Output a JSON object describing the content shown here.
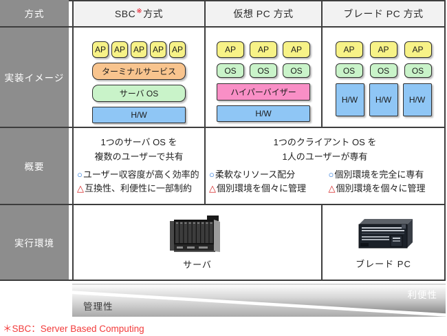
{
  "header": {
    "method_label": "方式",
    "sbc": {
      "pre": "SBC",
      "sup": "※",
      "post": "方式"
    },
    "virtual": "仮想 PC 方式",
    "blade": "ブレード PC 方式"
  },
  "row_labels": {
    "impl": "実装イメージ",
    "overview": "概要",
    "env": "実行環境"
  },
  "impl": {
    "sbc": {
      "ap": [
        "AP",
        "AP",
        "AP",
        "AP",
        "AP"
      ],
      "terminal": "ターミナルサービス",
      "server_os": "サーバ OS",
      "hw": "H/W"
    },
    "virtual": {
      "ap": [
        "AP",
        "AP",
        "AP"
      ],
      "os": [
        "OS",
        "OS",
        "OS"
      ],
      "hypervisor": "ハイパーバイザー",
      "hw": "H/W"
    },
    "blade": {
      "ap": [
        "AP",
        "AP",
        "AP"
      ],
      "os": [
        "OS",
        "OS",
        "OS"
      ],
      "hw": [
        "H/W",
        "H/W",
        "H/W"
      ]
    }
  },
  "marks": {
    "pro": "○",
    "con": "△"
  },
  "overview": {
    "sbc": {
      "line1": "1つのサーバ OS を",
      "line2": "複数のユーザーで共有",
      "pro": "ユーザー収容度が高く効率的",
      "con": "互換性、利便性に一部制約"
    },
    "client": {
      "line1": "1つのクライアント OS を",
      "line2": "1人のユーザーが専有",
      "virtual_pro": "柔軟なリソース配分",
      "virtual_con": "個別環境を個々に管理",
      "blade_pro": "個別環境を完全に専有",
      "blade_con": "個別環境を個々に管理"
    }
  },
  "env": {
    "server_label": "サーバ",
    "blade_label": "ブレード PC"
  },
  "band": {
    "left": "管理性",
    "right": "利便性"
  },
  "footnote": "＊SBC：Server Based Computing",
  "colors": {
    "label_bg": "#8d8d8d",
    "header_bg": "#f2f2f2",
    "border": "#3d3d3d",
    "ap_yellow": "#f7f287",
    "os_green": "#c9f3c9",
    "hw_blue": "#8fc6f5",
    "terminal_orange": "#f8c48e",
    "hypervisor_pink": "#f98fc6",
    "pro_blue": "#1d6fd6",
    "con_red": "#d42323",
    "note_red": "#f23b3b",
    "sup_red": "#e60012"
  }
}
